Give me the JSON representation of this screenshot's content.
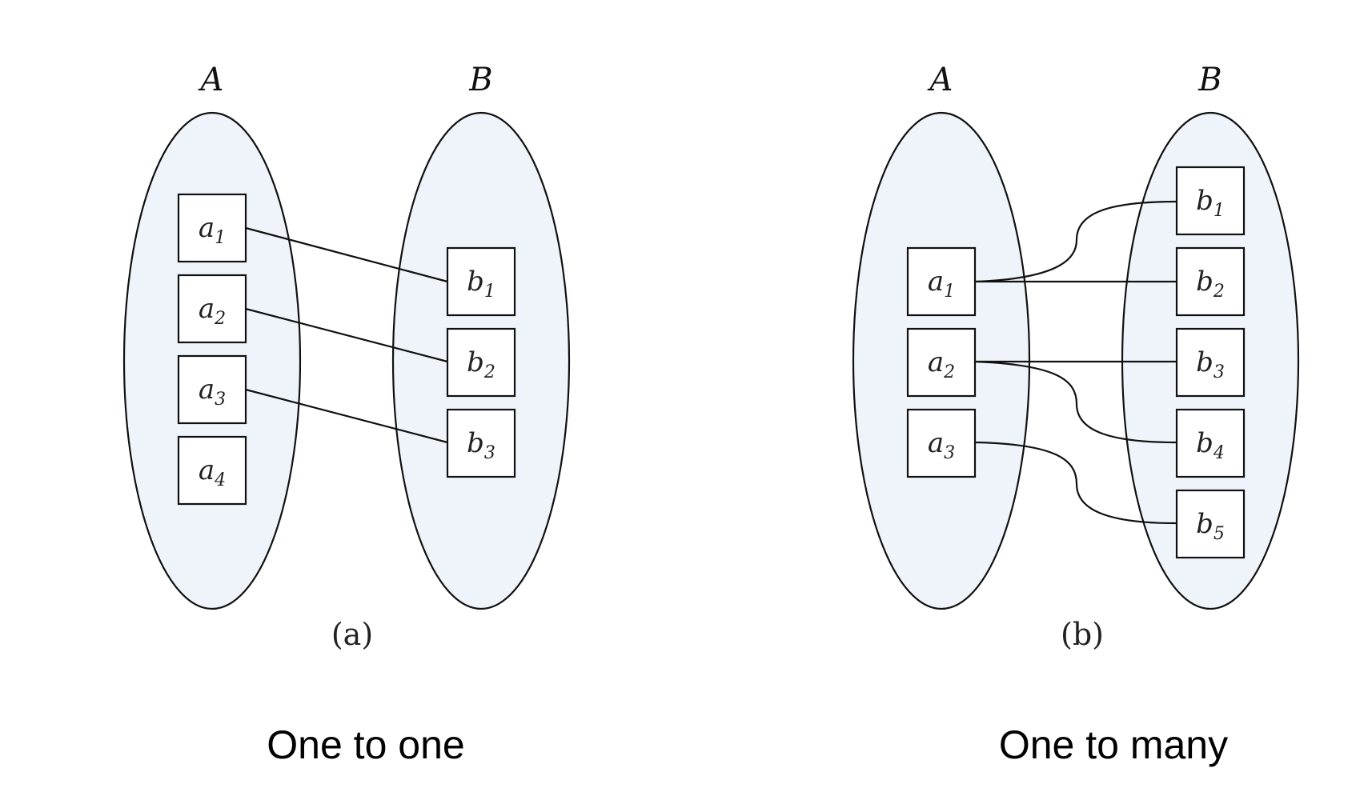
{
  "colors": {
    "set_fill": "#eef4fa",
    "stroke": "#111111",
    "box_fill": "#ffffff",
    "text": "#111111"
  },
  "panels": [
    {
      "id": "a",
      "tag": "(a)",
      "caption": "One to one",
      "set_a": {
        "name": "A",
        "elements": [
          {
            "id": "a1",
            "base": "a",
            "sub": "1"
          },
          {
            "id": "a2",
            "base": "a",
            "sub": "2"
          },
          {
            "id": "a3",
            "base": "a",
            "sub": "3"
          },
          {
            "id": "a4",
            "base": "a",
            "sub": "4"
          }
        ]
      },
      "set_b": {
        "name": "B",
        "elements": [
          {
            "id": "b1",
            "base": "b",
            "sub": "1"
          },
          {
            "id": "b2",
            "base": "b",
            "sub": "2"
          },
          {
            "id": "b3",
            "base": "b",
            "sub": "3"
          }
        ]
      },
      "links": [
        [
          "a1",
          "b1"
        ],
        [
          "a2",
          "b2"
        ],
        [
          "a3",
          "b3"
        ]
      ]
    },
    {
      "id": "b",
      "tag": "(b)",
      "caption": "One to many",
      "set_a": {
        "name": "A",
        "elements": [
          {
            "id": "a1",
            "base": "a",
            "sub": "1"
          },
          {
            "id": "a2",
            "base": "a",
            "sub": "2"
          },
          {
            "id": "a3",
            "base": "a",
            "sub": "3"
          }
        ]
      },
      "set_b": {
        "name": "B",
        "elements": [
          {
            "id": "b1",
            "base": "b",
            "sub": "1"
          },
          {
            "id": "b2",
            "base": "b",
            "sub": "2"
          },
          {
            "id": "b3",
            "base": "b",
            "sub": "3"
          },
          {
            "id": "b4",
            "base": "b",
            "sub": "4"
          },
          {
            "id": "b5",
            "base": "b",
            "sub": "5"
          }
        ]
      },
      "links": [
        [
          "a1",
          "b1"
        ],
        [
          "a1",
          "b2"
        ],
        [
          "a2",
          "b3"
        ],
        [
          "a2",
          "b4"
        ],
        [
          "a3",
          "b5"
        ]
      ]
    }
  ]
}
